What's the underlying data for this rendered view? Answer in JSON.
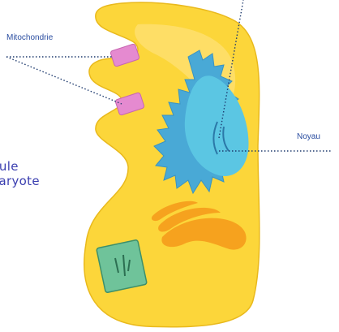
{
  "labels": {
    "mitochondrie": "Mitochondrie",
    "noyau": "Noyau"
  },
  "cell_title": {
    "line1": "llule",
    "line2": "caryote"
  },
  "colors": {
    "cytoplasm": "#fcd63a",
    "cytoplasm_edge": "#e9b91c",
    "mitochondria": "#e58ad0",
    "nucleus": "#5bc6e3",
    "er_network": "#49a9d6",
    "golgi": "#f6a21e",
    "vacuole": "#6fc39a",
    "leader_line": "#1e3a6e",
    "title": "#3b3fb0",
    "label_text": "#2a4da0"
  }
}
